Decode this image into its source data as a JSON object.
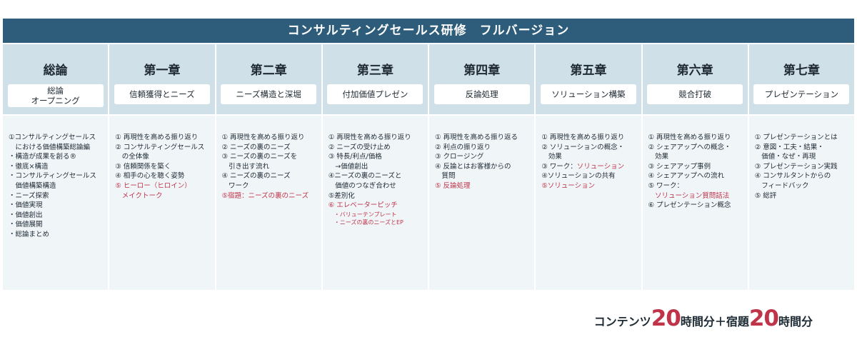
{
  "banner": {
    "title": "コンサルティングセールス研修　フルバージョン"
  },
  "columns": [
    {
      "title": "総論",
      "subtitle": "総論\nオープニング",
      "items": [
        {
          "text": "①コンサルティングセールス",
          "red": false
        },
        {
          "text": "　における価値構築総論編",
          "red": false
        },
        {
          "text": "・構造が成果を創る®",
          "red": false
        },
        {
          "text": "・徹底×構造",
          "red": false
        },
        {
          "text": "・コンサルティングセールス",
          "red": false
        },
        {
          "text": "　価値構築構造",
          "red": false
        },
        {
          "text": "・ニーズ探索",
          "red": false
        },
        {
          "text": "・価値実現",
          "red": false
        },
        {
          "text": "・価値創出",
          "red": false
        },
        {
          "text": "・価値展開",
          "red": false
        },
        {
          "text": "・総論まとめ",
          "red": false
        }
      ]
    },
    {
      "title": "第一章",
      "subtitle": "信頼獲得とニーズ",
      "items": [
        {
          "text": "① 再現性を高める振り返り",
          "red": false
        },
        {
          "text": "② コンサルティングセールス",
          "red": false
        },
        {
          "text": "　の全体像",
          "red": false
        },
        {
          "text": "③ 信頼関係を築く",
          "red": false
        },
        {
          "text": "④ 相手の心を聴く姿勢",
          "red": false
        },
        {
          "text": "⑤ ヒーロー（ヒロイン）",
          "red": true
        },
        {
          "text": "　メイクトーク",
          "red": true
        }
      ]
    },
    {
      "title": "第二章",
      "subtitle": "ニーズ構造と深堀",
      "items": [
        {
          "text": "① 再現性を高める振り返り",
          "red": false
        },
        {
          "text": "② ニーズの裏のニーズ",
          "red": false
        },
        {
          "text": "③ ニーズの裏のニーズを",
          "red": false
        },
        {
          "text": "　引き出す流れ",
          "red": false
        },
        {
          "text": "④ ニーズの裏のニーズ",
          "red": false
        },
        {
          "text": "　ワーク",
          "red": false
        },
        {
          "text": "⑤宿題：ニーズの裏のニーズ",
          "red": true
        }
      ]
    },
    {
      "title": "第三章",
      "subtitle": "付加価値プレゼン",
      "items": [
        {
          "text": "① 再現性を高める振り返り",
          "red": false
        },
        {
          "text": "② ニーズの受け止め",
          "red": false
        },
        {
          "text": "③ 特長/利点/価格",
          "red": false
        },
        {
          "text": "　→価値創出",
          "red": false
        },
        {
          "text": "④ニーズの裏のニーズと",
          "red": false
        },
        {
          "text": "　価値のつなぎ合わせ",
          "red": false
        },
        {
          "text": "⑤差別化",
          "red": false
        },
        {
          "text": "⑥ エレベーターピッチ",
          "red": true
        },
        {
          "text": "　・バリューテンプレート",
          "red": true,
          "small": true
        },
        {
          "text": "　・ニーズの裏のニーズとEP",
          "red": true,
          "small": true
        }
      ]
    },
    {
      "title": "第四章",
      "subtitle": "反論処理",
      "items": [
        {
          "text": "① 再現性を高める振り返る",
          "red": false
        },
        {
          "text": "② 利点の振り返り",
          "red": false
        },
        {
          "text": "③ クロージング",
          "red": false
        },
        {
          "text": "④ 反論とはお客様からの",
          "red": false
        },
        {
          "text": "　質問",
          "red": false
        },
        {
          "text": "⑤ 反論処理",
          "red": true
        }
      ]
    },
    {
      "title": "第五章",
      "subtitle": "ソリューション構築",
      "items": [
        {
          "text": "① 再現性を高める振り返り",
          "red": false
        },
        {
          "text": "② ソリューションの概念・",
          "red": false
        },
        {
          "text": "　効果",
          "red": false
        },
        {
          "text": "③ ワーク：ソリューション",
          "red": false,
          "highlight": "ソリューション"
        },
        {
          "text": "④ソリューションの共有",
          "red": false
        },
        {
          "text": "⑤ソリューション",
          "red": true
        }
      ]
    },
    {
      "title": "第六章",
      "subtitle": "競合打破",
      "items": [
        {
          "text": "① 再現性を高める振り返り",
          "red": false
        },
        {
          "text": "② シェアアップへの概念・",
          "red": false
        },
        {
          "text": "　効果",
          "red": false
        },
        {
          "text": "③ シェアアップ事例",
          "red": false
        },
        {
          "text": "④ シェアアップへの流れ",
          "red": false
        },
        {
          "text": "⑤ ワーク：",
          "red": false
        },
        {
          "text": "　ソリューション質問話法",
          "red": true
        },
        {
          "text": "⑥ プレゼンテーション概念",
          "red": false
        }
      ]
    },
    {
      "title": "第七章",
      "subtitle": "プレゼンテーション",
      "items": [
        {
          "text": "① プレゼンテーションとは",
          "red": false
        },
        {
          "text": "② 意図・工夫・結果・",
          "red": false
        },
        {
          "text": "　価値・なぜ・再現",
          "red": false
        },
        {
          "text": "③ プレゼンテーション実践",
          "red": false
        },
        {
          "text": "④ コンサルタントからの",
          "red": false
        },
        {
          "text": "　フィードバック",
          "red": false
        },
        {
          "text": "⑤ 総評",
          "red": false
        }
      ]
    }
  ],
  "footer": {
    "prefix": "コンテンツ",
    "hours1": "20",
    "mid": "時間分＋宿題",
    "hours2": "20",
    "suffix": "時間分"
  },
  "colors": {
    "banner": "#2e5d7b",
    "header": "#cfe0e8",
    "body": "#f0f5f8",
    "accent": "#c0344a"
  }
}
